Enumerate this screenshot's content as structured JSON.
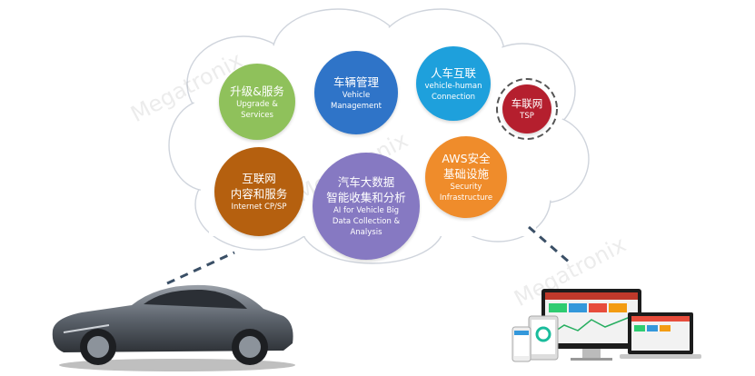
{
  "watermark": "Megatronix",
  "bubbles": {
    "upgrade": {
      "cn": "升级&服务",
      "en1": "Upgrade &",
      "en2": "Services",
      "color": "#8fc15b"
    },
    "vehicle_mgmt": {
      "cn": "车辆管理",
      "en1": "Vehicle",
      "en2": "Management",
      "color": "#2f74c8"
    },
    "vh_connect": {
      "cn": "人车互联",
      "en1": "vehicle-human",
      "en2": "Connection",
      "color": "#1ea0dc"
    },
    "tsp": {
      "cn": "车联网",
      "en1": "TSP",
      "color": "#b51f2e"
    },
    "internet": {
      "cn1": "互联网",
      "cn2": "内容和服务",
      "en1": "Internet CP/SP",
      "color": "#b5600f"
    },
    "big_data": {
      "cn1": "汽车大数据",
      "cn2": "智能收集和分析",
      "en1": "AI for Vehicle Big",
      "en2": "Data Collection &",
      "en3": "Analysis",
      "color": "#8679c2"
    },
    "security": {
      "cn1": "AWS安全",
      "cn2": "基础设施",
      "en1": "Security",
      "en2": "Infrastructure",
      "color": "#ef8c2b"
    }
  },
  "colors": {
    "cloud_stroke": "#cfd4dc",
    "link_dash": "#3a4f66"
  }
}
